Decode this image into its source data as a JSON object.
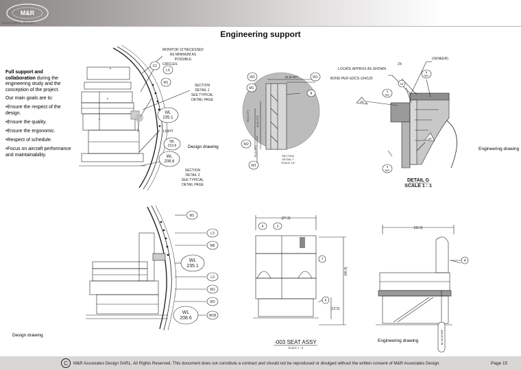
{
  "header": {
    "logo_text": "M&R",
    "logo_sub": "associates   design"
  },
  "page": {
    "title": "Engineering support"
  },
  "intro": {
    "lead_bold": "Full support and collaboration",
    "lead_rest": " during the engineering study and the conception of the project.",
    "goals_heading": "Our main goals are to:",
    "goals": [
      "•Ensure the respect of the design.",
      "•Ensure the quality.",
      "•Ensure the ergonomic.",
      "•Respect of schedule.",
      "•Focus on aircraft performance and maintainability."
    ]
  },
  "captions": {
    "top_left": "Design drawing",
    "top_right": "Engineering drawing",
    "bottom_left": "Design drawing",
    "bottom_middle": "Engineering drawing"
  },
  "drawing_tl": {
    "monitor": [
      "MONITOR 31\"RECESSED",
      "AS MINIMUM AS",
      "POSSIBLE"
    ],
    "circles": "CIRCLES",
    "section1": [
      "SECTION",
      "DETAIL 1",
      "SEE TYPICAL",
      "DETAIL PAGE"
    ],
    "light": "LIGHT",
    "section2": [
      "SECTION",
      "DETAIL 2",
      "SEE TYPICAL",
      "DETAIL PAGE"
    ],
    "f2": "F2",
    "lx": "LX",
    "m1": "M1",
    "wl1_a": "WL",
    "wl1_b": "235.1",
    "wl2_a": "WL",
    "wl2_b": "213.6",
    "wl3_a": "WL",
    "wl3_b": "208.6"
  },
  "drawing_tm": {
    "w2a": "W2",
    "w1a": "W1",
    "m1": "M1",
    "w2b": "W2",
    "w1b": "W1",
    "dim_top": "15 [0.59\"]",
    "dim_left1": "55 [2.17\"]",
    "dim_left2": "40 [1.57\"]",
    "dim_left3": "15 [0.59\"]",
    "n8": "8",
    "section": [
      "SECTION",
      "DETAIL 1",
      "SCALE 1/2"
    ]
  },
  "drawing_tr": {
    "veneer": "(VENEER)",
    "locate": "LOCATE APPROX AS SHOWN",
    "bond": "BOND PER GDCS-124/125",
    "x2": "2X",
    "n12": "12",
    "n5": "5",
    "ref": "REF",
    "n15": "15",
    "n4": "4",
    "n20": "20",
    "n3": "3",
    "detail": "DETAIL G",
    "scale": "SCALE 1 : 1"
  },
  "drawing_bl": {
    "m1": "M1",
    "l3a": "L3",
    "m6": "M6",
    "wl1_a": "WL",
    "wl1_b": "235.1",
    "l3b": "L3",
    "w1": "W1",
    "w2": "W2",
    "w1b": "W1B",
    "wl2_a": "WL",
    "wl2_b": "208.6"
  },
  "drawing_bm": {
    "dim_top": "(27.3)",
    "n4": "4",
    "n2": "2",
    "n7": "7",
    "dim_right": "(40.4)",
    "n6": "6",
    "dim_small": "(12.5)",
    "title": "-003 SEAT ASSY",
    "scale": "SCALE 1 : 8"
  },
  "drawing_br": {
    "dim_top": "(32.2)",
    "n4": "4",
    "bl": "BL 59.65 REF"
  },
  "footer": {
    "copyright_symbol": "C",
    "text": "M&R Associates Design SARL. All Rights Reserved. This document does not constitute a contract and should not be reproduced or divulged without the written consent of M&R Associates Design.",
    "page": "Page 15"
  }
}
